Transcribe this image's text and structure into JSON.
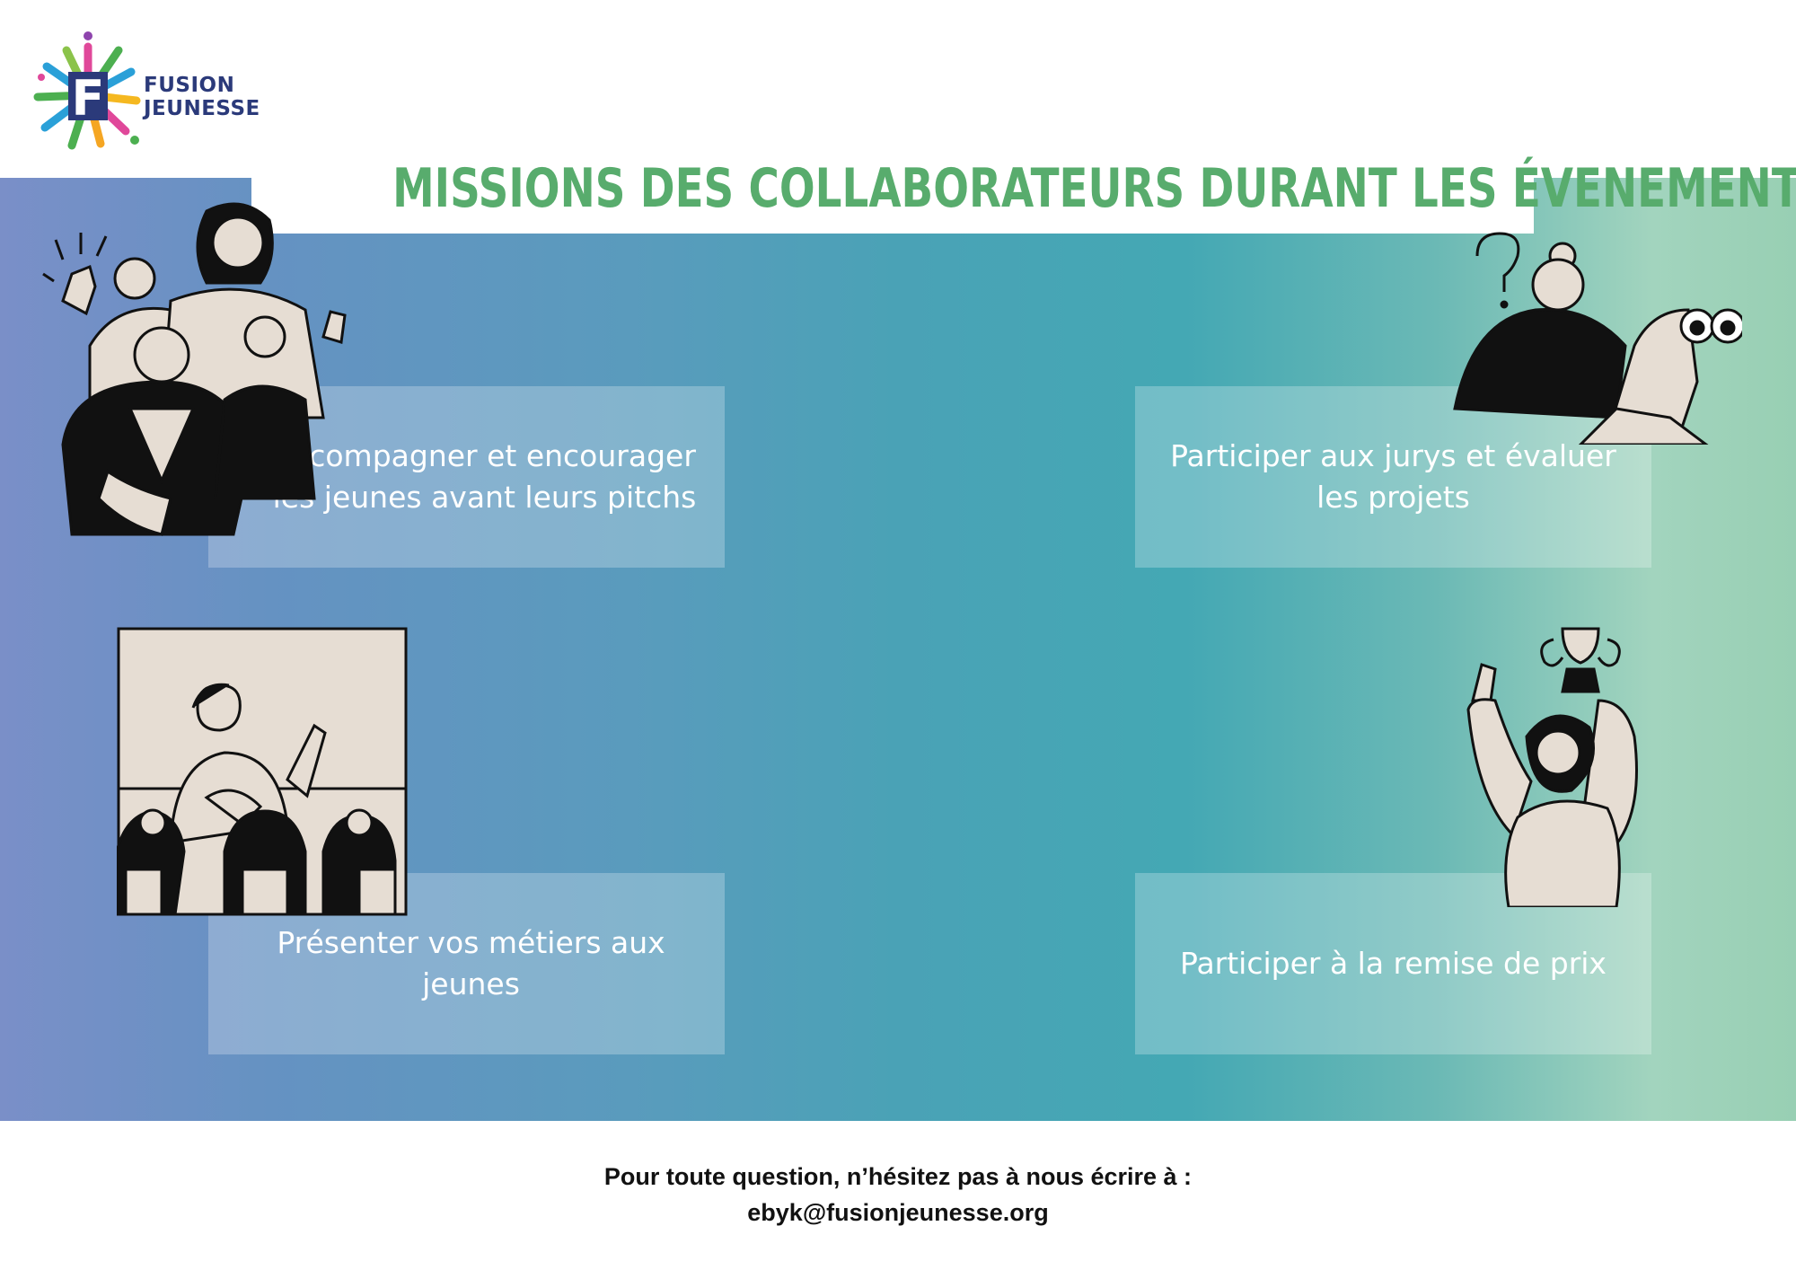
{
  "logo": {
    "line1": "FUSION",
    "line2": "JEUNESSE",
    "letter": "F"
  },
  "title": "MISSIONS DES COLLABORATEURS DURANT LES ÉVENEMENTS",
  "cards": [
    {
      "text": "Accompagner et encourager les jeunes avant leurs pitchs"
    },
    {
      "text": "Participer aux jurys et évaluer les projets"
    },
    {
      "text": "Présenter vos métiers aux jeunes"
    },
    {
      "text": "Participer à la remise de prix"
    }
  ],
  "footer": {
    "line1": "Pour toute question, n’hésitez pas à nous écrire à :",
    "line2": "ebyk@fusionjeunesse.org"
  },
  "colors": {
    "title_green": "#58ac6d",
    "logo_navy": "#2b3a7a",
    "band_left": "#7a8fc8",
    "band_mid": "#44a8b4",
    "band_right": "#98cfb3",
    "illustration_fill": "#e6ddd3"
  }
}
